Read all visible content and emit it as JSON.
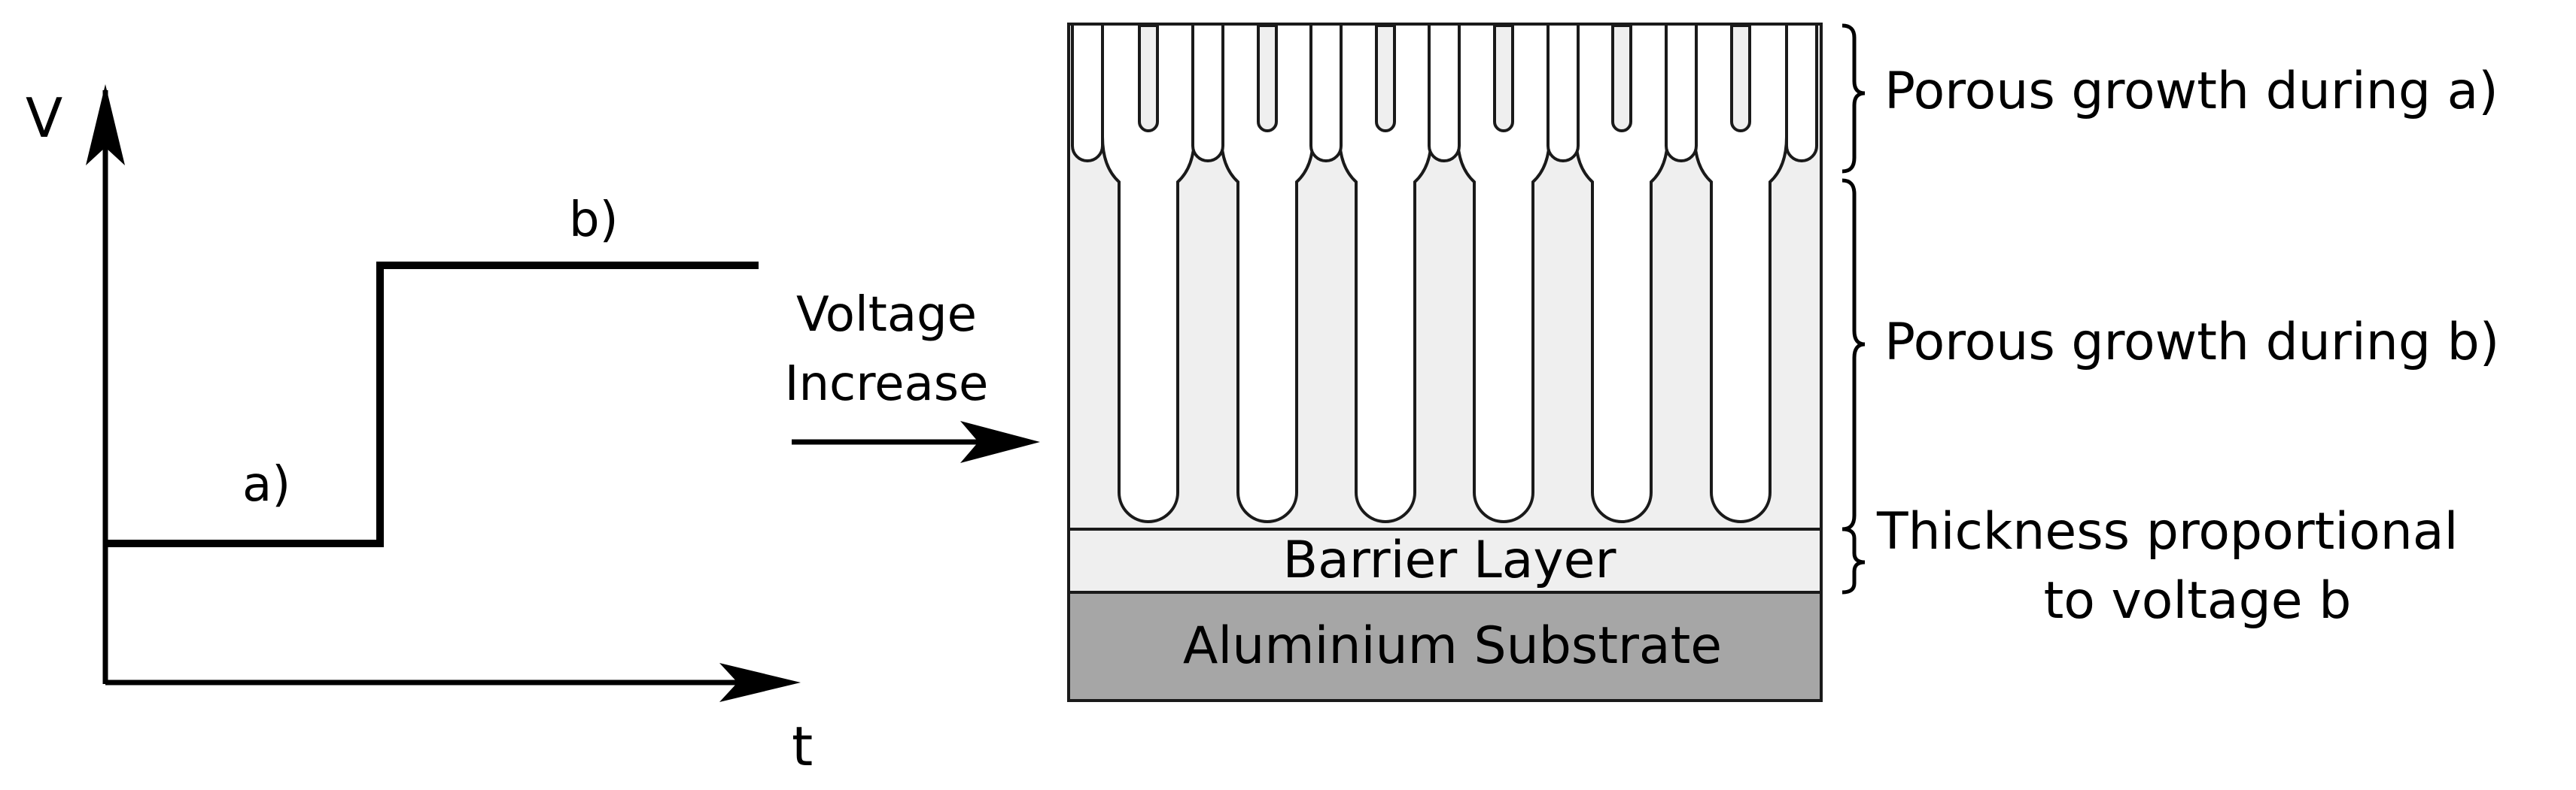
{
  "graph": {
    "y_axis_label": "V",
    "x_axis_label": "t",
    "step_a_label": "a)",
    "step_b_label": "b)"
  },
  "arrow": {
    "line1": "Voltage",
    "line2": "Increase"
  },
  "cross_section": {
    "barrier_label": "Barrier Layer",
    "substrate_label": "Aluminium Substrate",
    "colors": {
      "oxide": "#efefef",
      "substrate": "#a6a6a6",
      "stroke": "#1a1a1a"
    }
  },
  "annotations": {
    "porous_a": "Porous growth during a)",
    "porous_b": "Porous growth during b)",
    "thickness_line1": "Thickness proportional",
    "thickness_line2": "to voltage b"
  }
}
